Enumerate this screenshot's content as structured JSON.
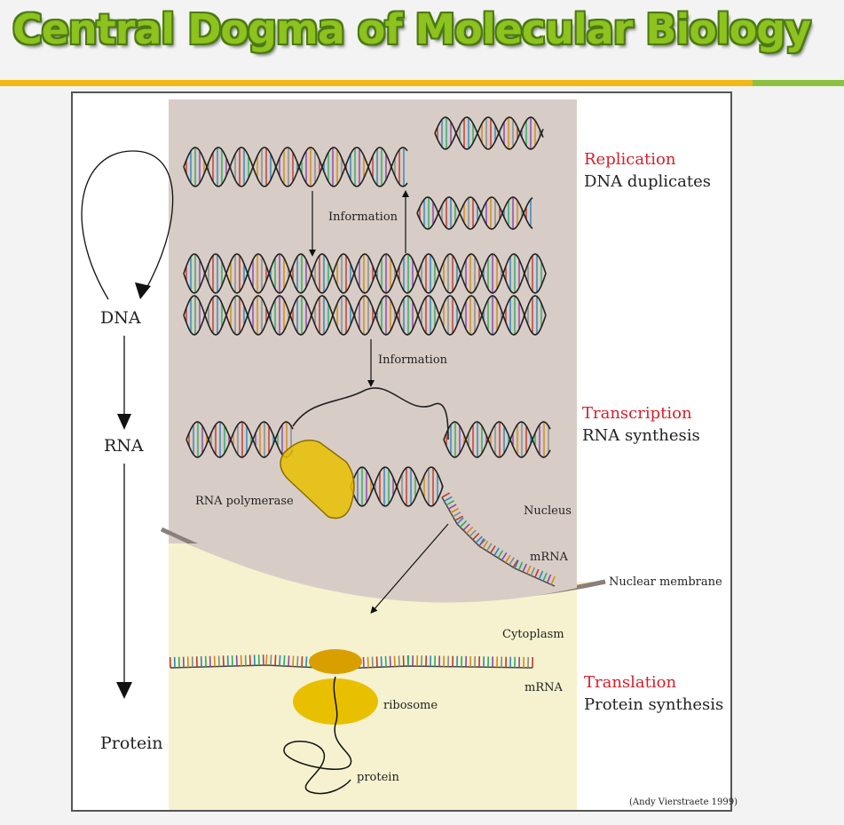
{
  "slide": {
    "title": "Central Dogma of Molecular Biology"
  },
  "flow": {
    "dna": "DNA",
    "rna": "RNA",
    "protein": "Protein"
  },
  "processes": {
    "replication": {
      "name": "Replication",
      "desc": "DNA duplicates"
    },
    "transcription": {
      "name": "Transcription",
      "desc": "RNA synthesis"
    },
    "translation": {
      "name": "Translation",
      "desc": "Protein synthesis"
    }
  },
  "labels": {
    "information_1": "Information",
    "information_2": "Information",
    "rna_polymerase": "RNA polymerase",
    "nucleus": "Nucleus",
    "mrna_nucleus": "mRNA",
    "nuclear_membrane": "Nuclear membrane",
    "cytoplasm": "Cytoplasm",
    "mrna_cytoplasm": "mRNA",
    "ribosome": "ribosome",
    "protein": "protein"
  },
  "credit": "(Andy Vierstraete 1999)",
  "colors": {
    "title_green": "#8dc21f",
    "nucleus_bg": "#d8cdc6",
    "cytoplasm_bg": "#f6f2cf",
    "process_red": "#d4202c",
    "accent_yellow": "#f2b814",
    "ribosome": "#e9c000"
  }
}
